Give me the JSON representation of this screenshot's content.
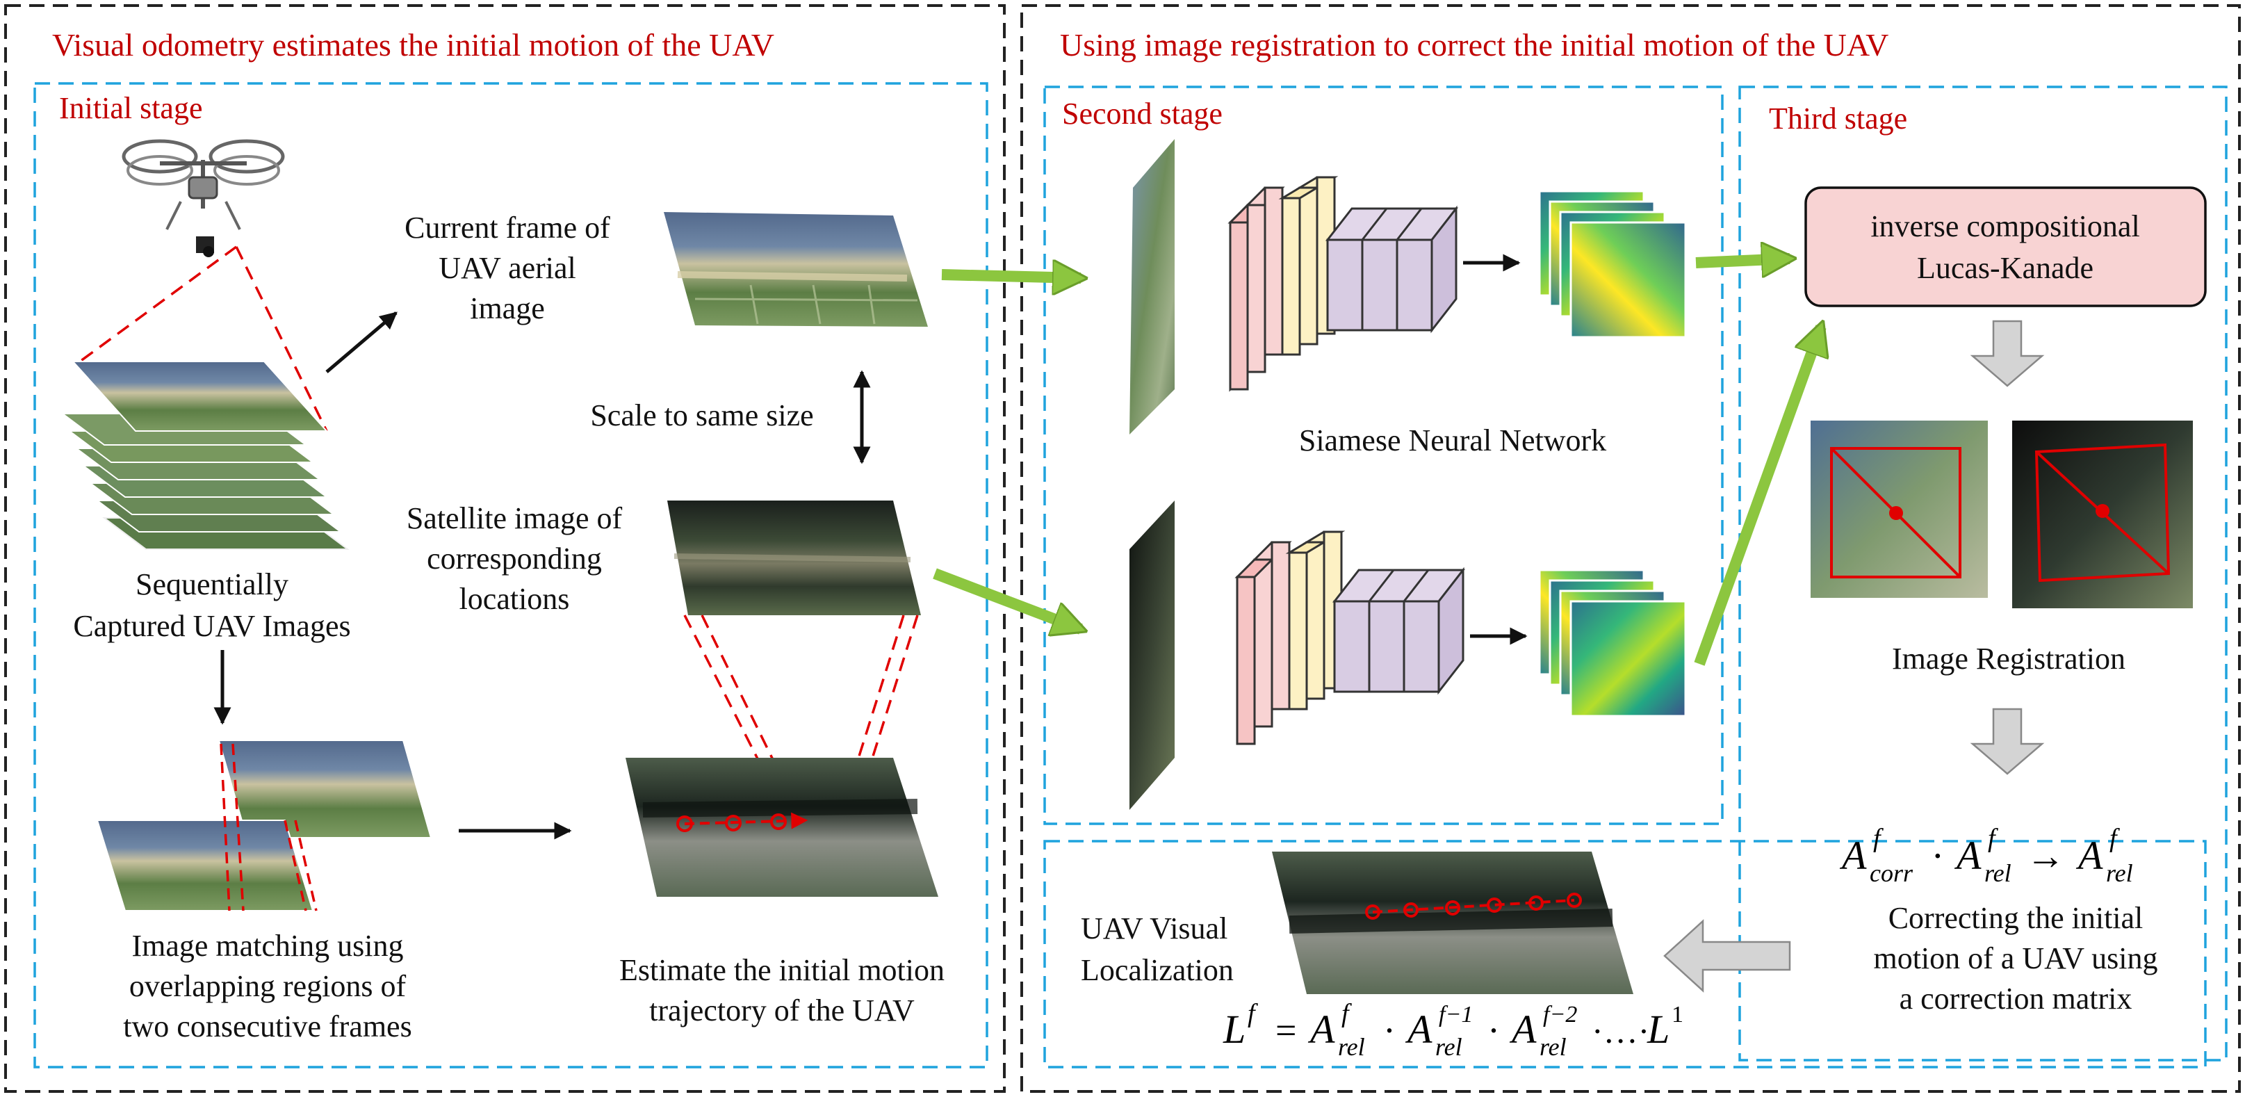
{
  "headers": {
    "left": "Visual odometry estimates the initial motion of the UAV",
    "right": "Using image registration to correct the initial motion of the  UAV"
  },
  "stages": {
    "initial": "Initial stage",
    "second": "Second stage",
    "third": "Third stage"
  },
  "labels": {
    "current_frame": [
      "Current frame of",
      "UAV aerial",
      "image"
    ],
    "scale": "Scale to same size",
    "satellite": [
      "Satellite image of",
      "corresponding",
      "locations"
    ],
    "sequential": [
      "Sequentially",
      "Captured UAV Images"
    ],
    "matching": [
      "Image matching using",
      "overlapping regions of",
      "two consecutive frames"
    ],
    "estimate": [
      "Estimate the initial motion",
      "trajectory of the UAV"
    ],
    "siamese": "Siamese Neural Network",
    "ic_lk": [
      "inverse compositional",
      "Lucas-Kanade"
    ],
    "registration": "Image Registration",
    "correcting": [
      "Correcting the initial",
      "motion of a UAV using",
      "a correction matrix"
    ],
    "localization": [
      "UAV Visual",
      "Localization"
    ]
  },
  "formulas": {
    "correction": {
      "A": "A",
      "f": "f",
      "corr": "corr",
      "rel": "rel",
      "dot": "·",
      "arrow": "→"
    },
    "localization": {
      "L": "L",
      "f": "f",
      "eq": "=",
      "A": "A",
      "rel": "rel",
      "fm1": "f−1",
      "fm2": "f−2",
      "dots": "·…·",
      "one": "1",
      "dot": "·"
    }
  },
  "colors": {
    "header_red": "#c00000",
    "dashed_blue": "#1fa3dd",
    "green_arrow": "#8cc63f",
    "box_pink": "#f8d3d3",
    "trajectory_red": "#e00000"
  }
}
